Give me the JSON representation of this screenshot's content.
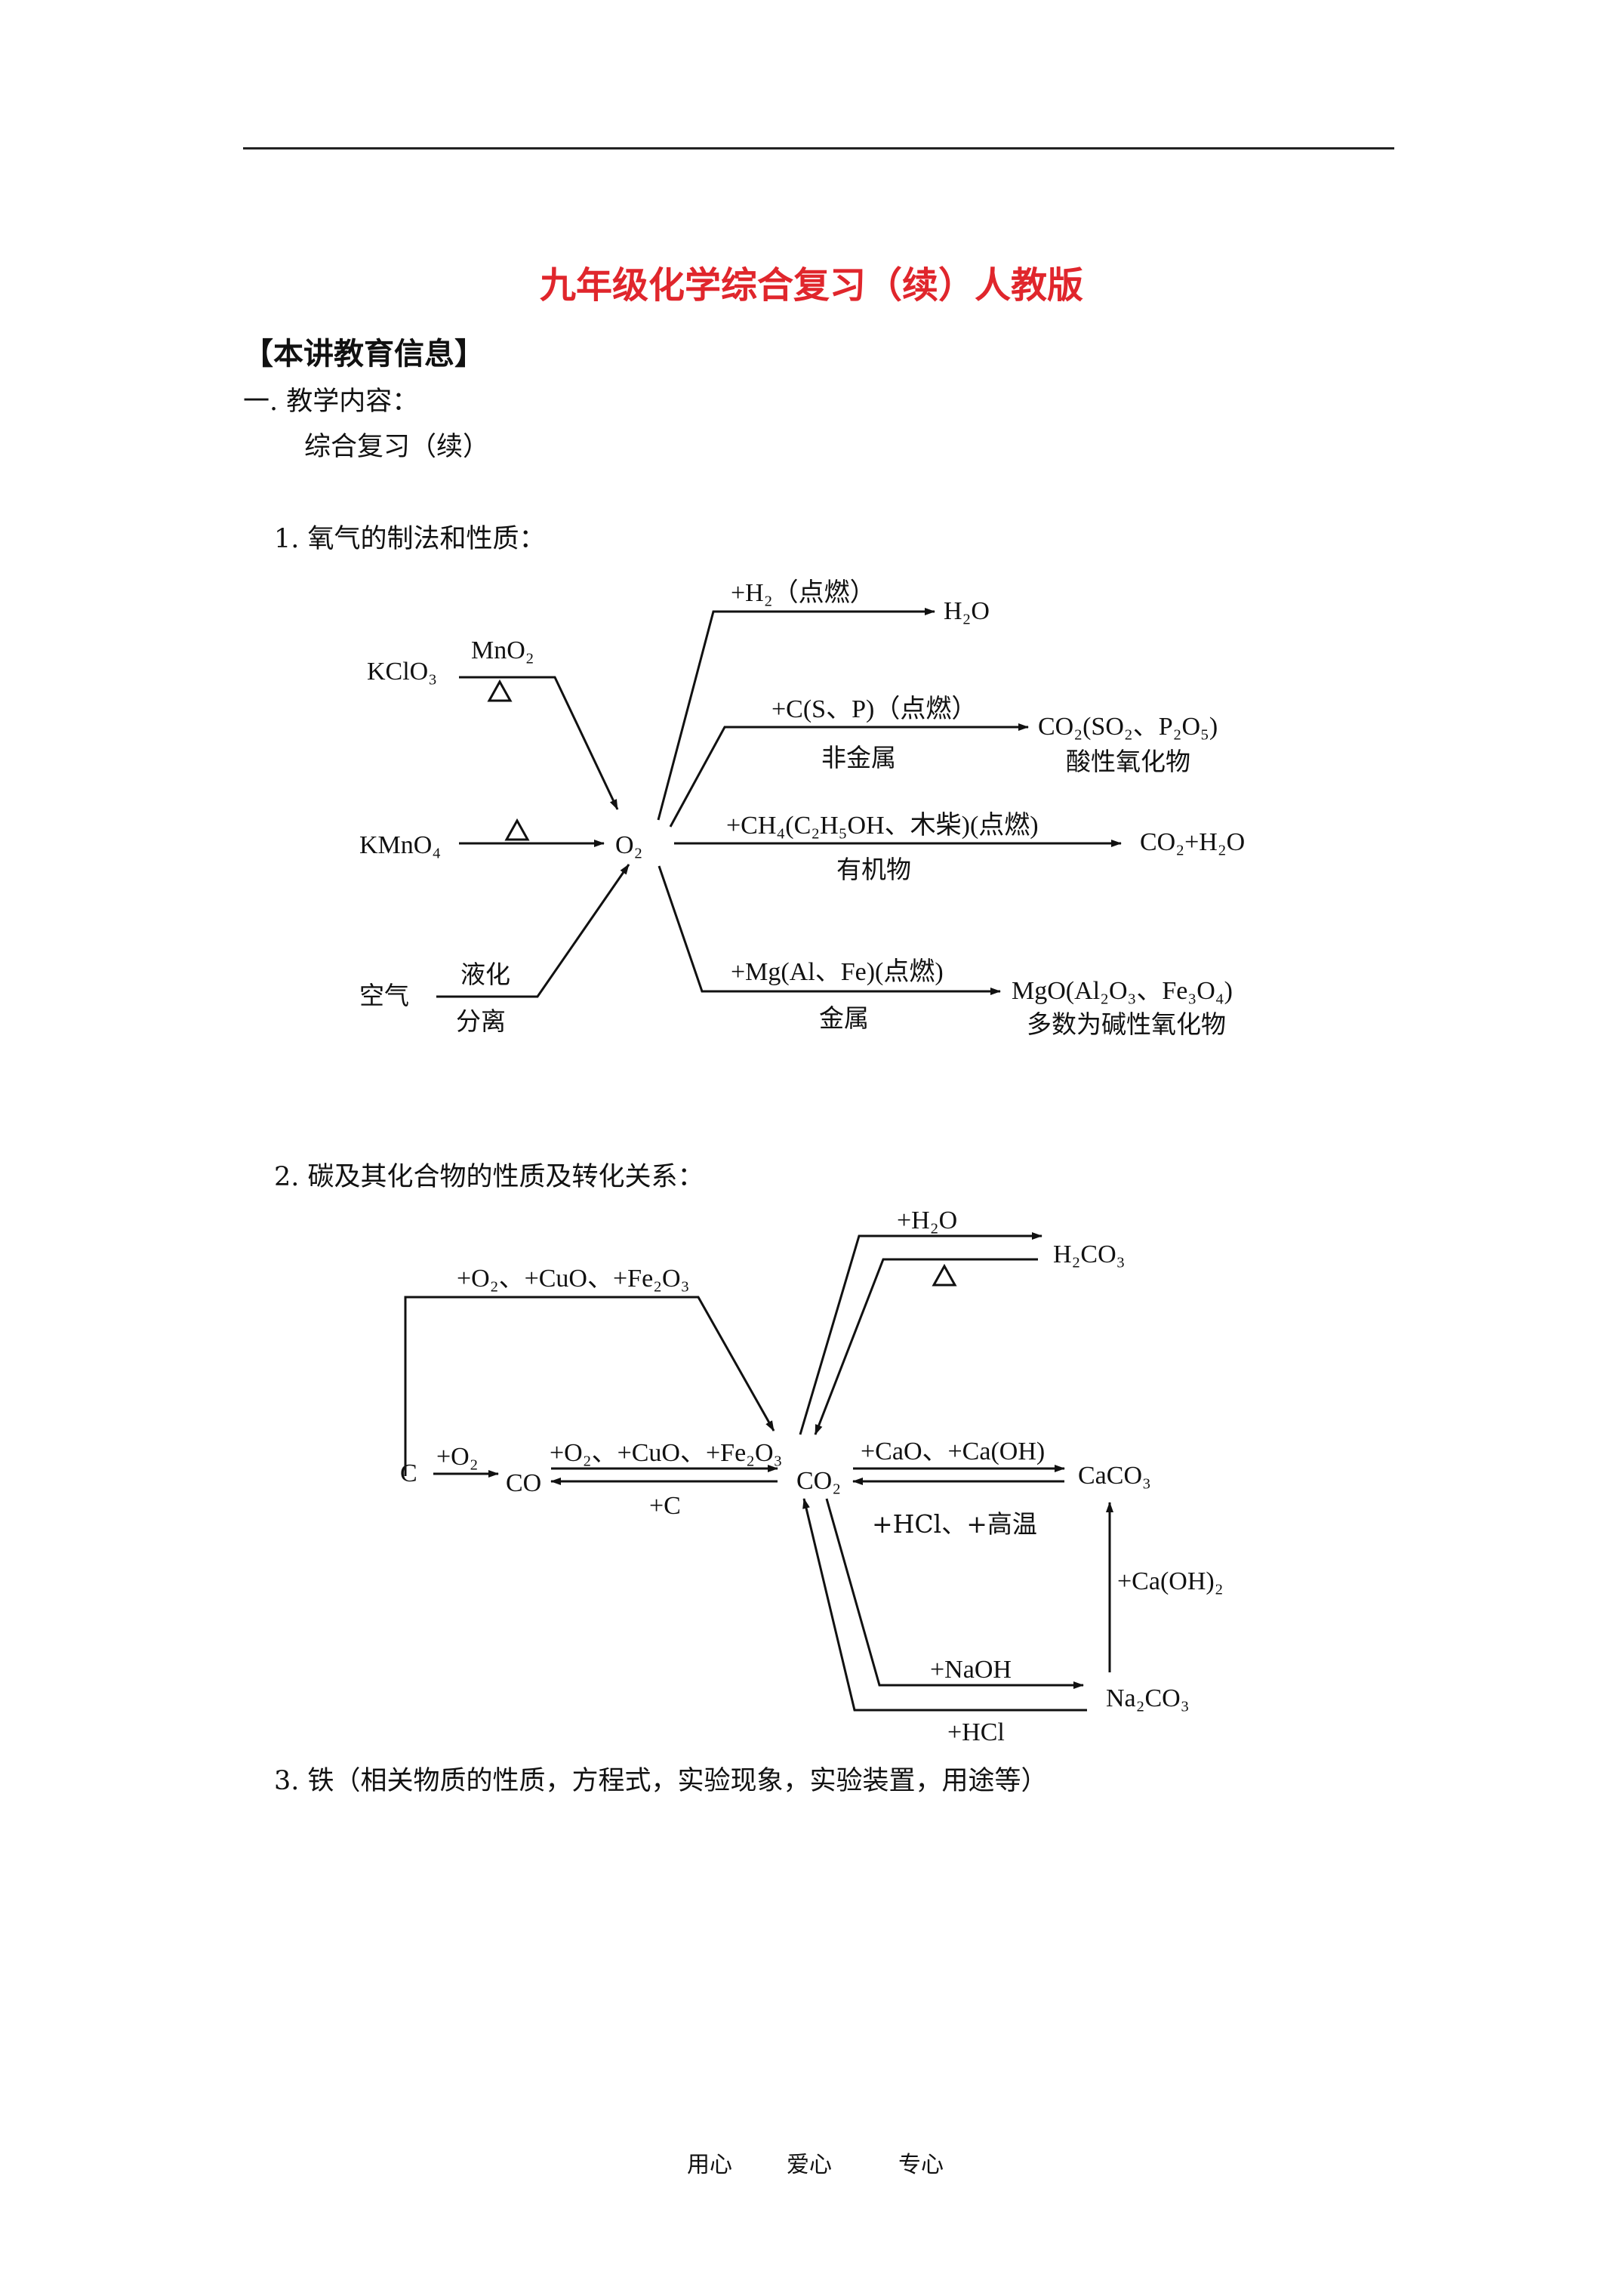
{
  "header": {
    "title": "九年级化学综合复习（续）人教版"
  },
  "section_heading": "【本讲教育信息】",
  "outline": {
    "item1": "一. 教学内容：",
    "item1_sub": "综合复习（续）",
    "point1": "1.  氧气的制法和性质：",
    "point2": "2.  碳及其化合物的性质及转化关系：",
    "point3": "3.  铁（相关物质的性质，方程式，实验现象，实验装置，用途等）"
  },
  "diagram1": {
    "kclo3": "KClO₃",
    "mno2": "MnO₂",
    "delta": "△",
    "kmno4": "KMnO₄",
    "air": "空气",
    "liquefy": "液化",
    "separate": "分离",
    "o2": "O₂",
    "r1_cond": "+H₂（点燃）",
    "r1_prod": "H₂O",
    "r2_cond": "+C(S、P)（点燃）",
    "r2_class": "非金属",
    "r2_prod": "CO₂(SO₂、P₂O₅)",
    "r2_prod_class": "酸性氧化物",
    "r3_cond": "+CH₄(C₂H₅OH、木柴)(点燃)",
    "r3_class": "有机物",
    "r3_prod": "CO₂+H₂O",
    "r4_cond": "+Mg(Al、Fe)(点燃)",
    "r4_class": "金属",
    "r4_prod": "MgO(Al₂O₃、Fe₃O₄)",
    "r4_prod_class": "多数为碱性氧化物"
  },
  "diagram2": {
    "c": "C",
    "c_to_co": "+O₂",
    "co": "CO",
    "co_to_co2": "+O₂、+CuO、+Fe₂O₃",
    "co2_to_co": "+C",
    "top_loop": "+O₂、+CuO、+Fe₂O₃",
    "co2": "CO₂",
    "h2o_cond": "+H₂O",
    "h2co3": "H₂CO₃",
    "delta": "△",
    "to_caco3": "+CaO、+Ca(OH)",
    "from_caco3": "+HCl、+高温",
    "caco3": "CaCO₃",
    "caoh2": "+Ca(OH)₂",
    "naoh": "+NaOH",
    "hcl": "+HCl",
    "na2co3": "Na₂CO₃"
  },
  "footer": {
    "a": "用心",
    "b": "爱心",
    "c": "专心"
  }
}
